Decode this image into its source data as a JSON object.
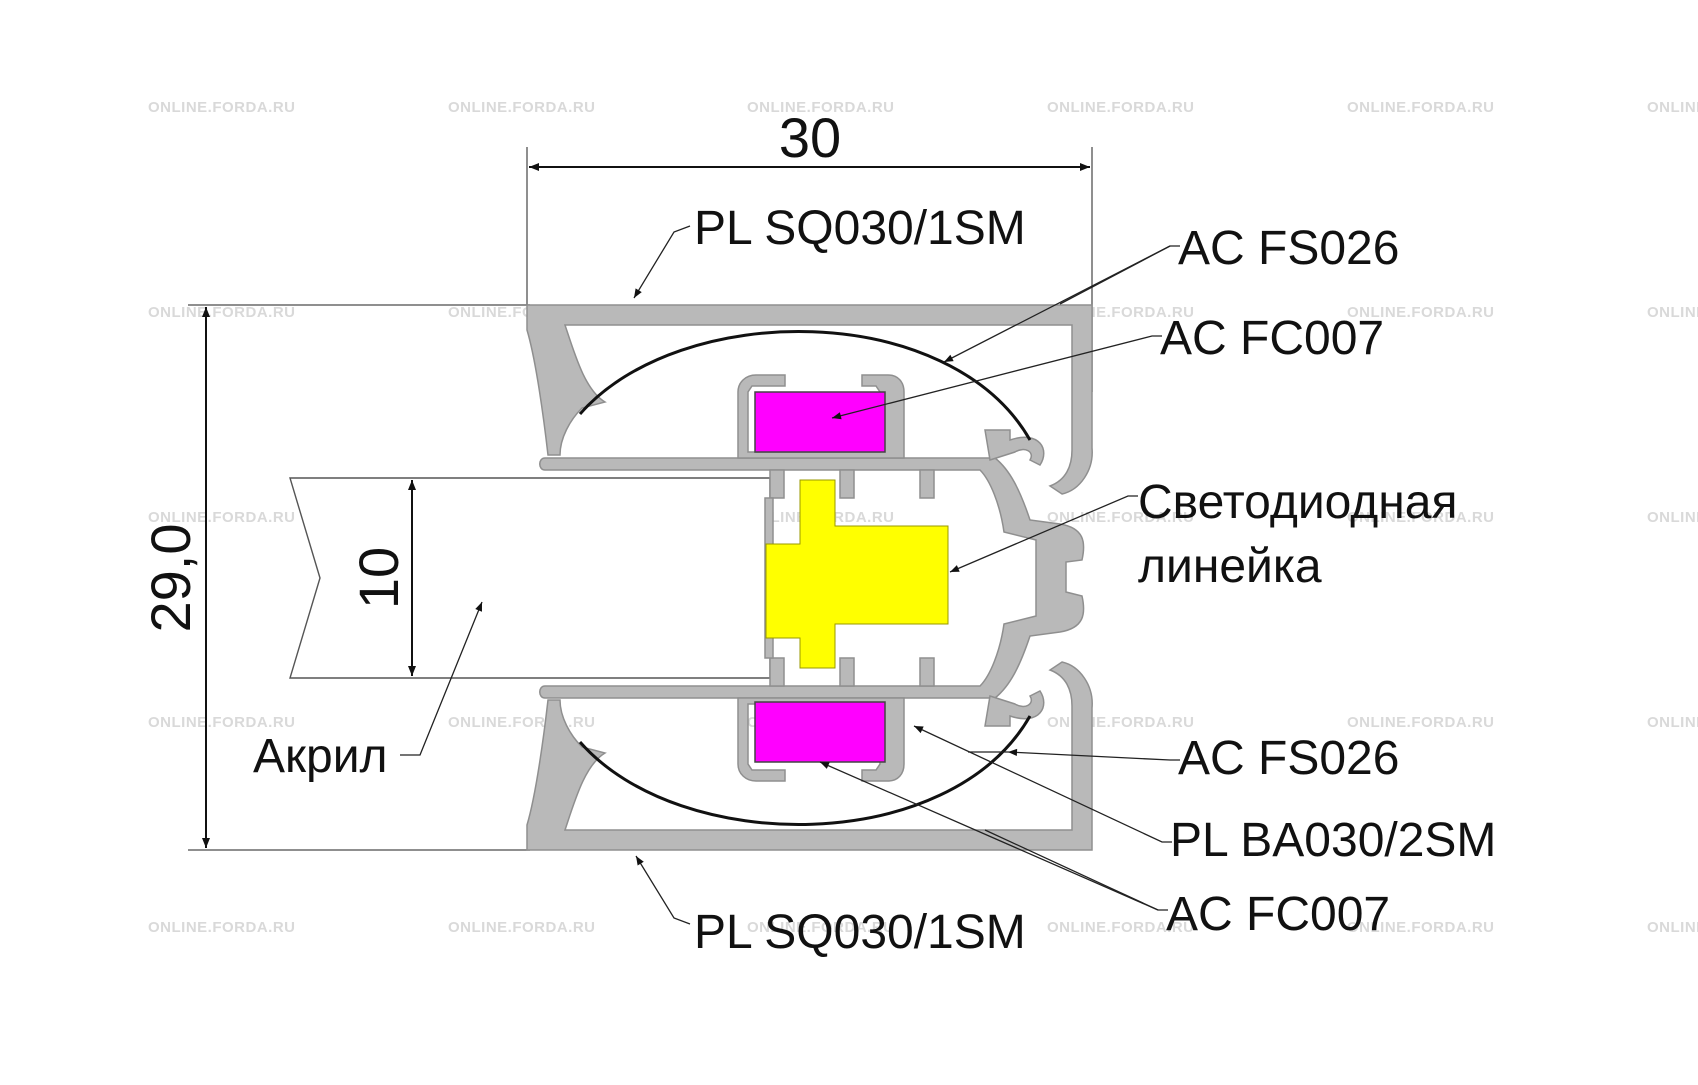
{
  "watermark": "ONLINE.FORDA.RU",
  "dimensions": {
    "width": "30",
    "height": "29,0",
    "acrylic_thickness": "10"
  },
  "labels": {
    "top_profile": "PL SQ030/1SM",
    "top_fs026": "AC FS026",
    "top_fc007": "AC FC007",
    "led_strip_line1": "Светодиодная",
    "led_strip_line2": "линейка",
    "acrylic": "Акрил",
    "bottom_fs026": "AC FS026",
    "bottom_ba030": "PL BA030/2SM",
    "bottom_fc007": "AC FC007",
    "bottom_profile": "PL SQ030/1SM"
  },
  "colors": {
    "profile": "#b9b9b9",
    "magnet_insert": "#ff00ff",
    "led_strip": "#ffff00",
    "lines": "#111111"
  }
}
